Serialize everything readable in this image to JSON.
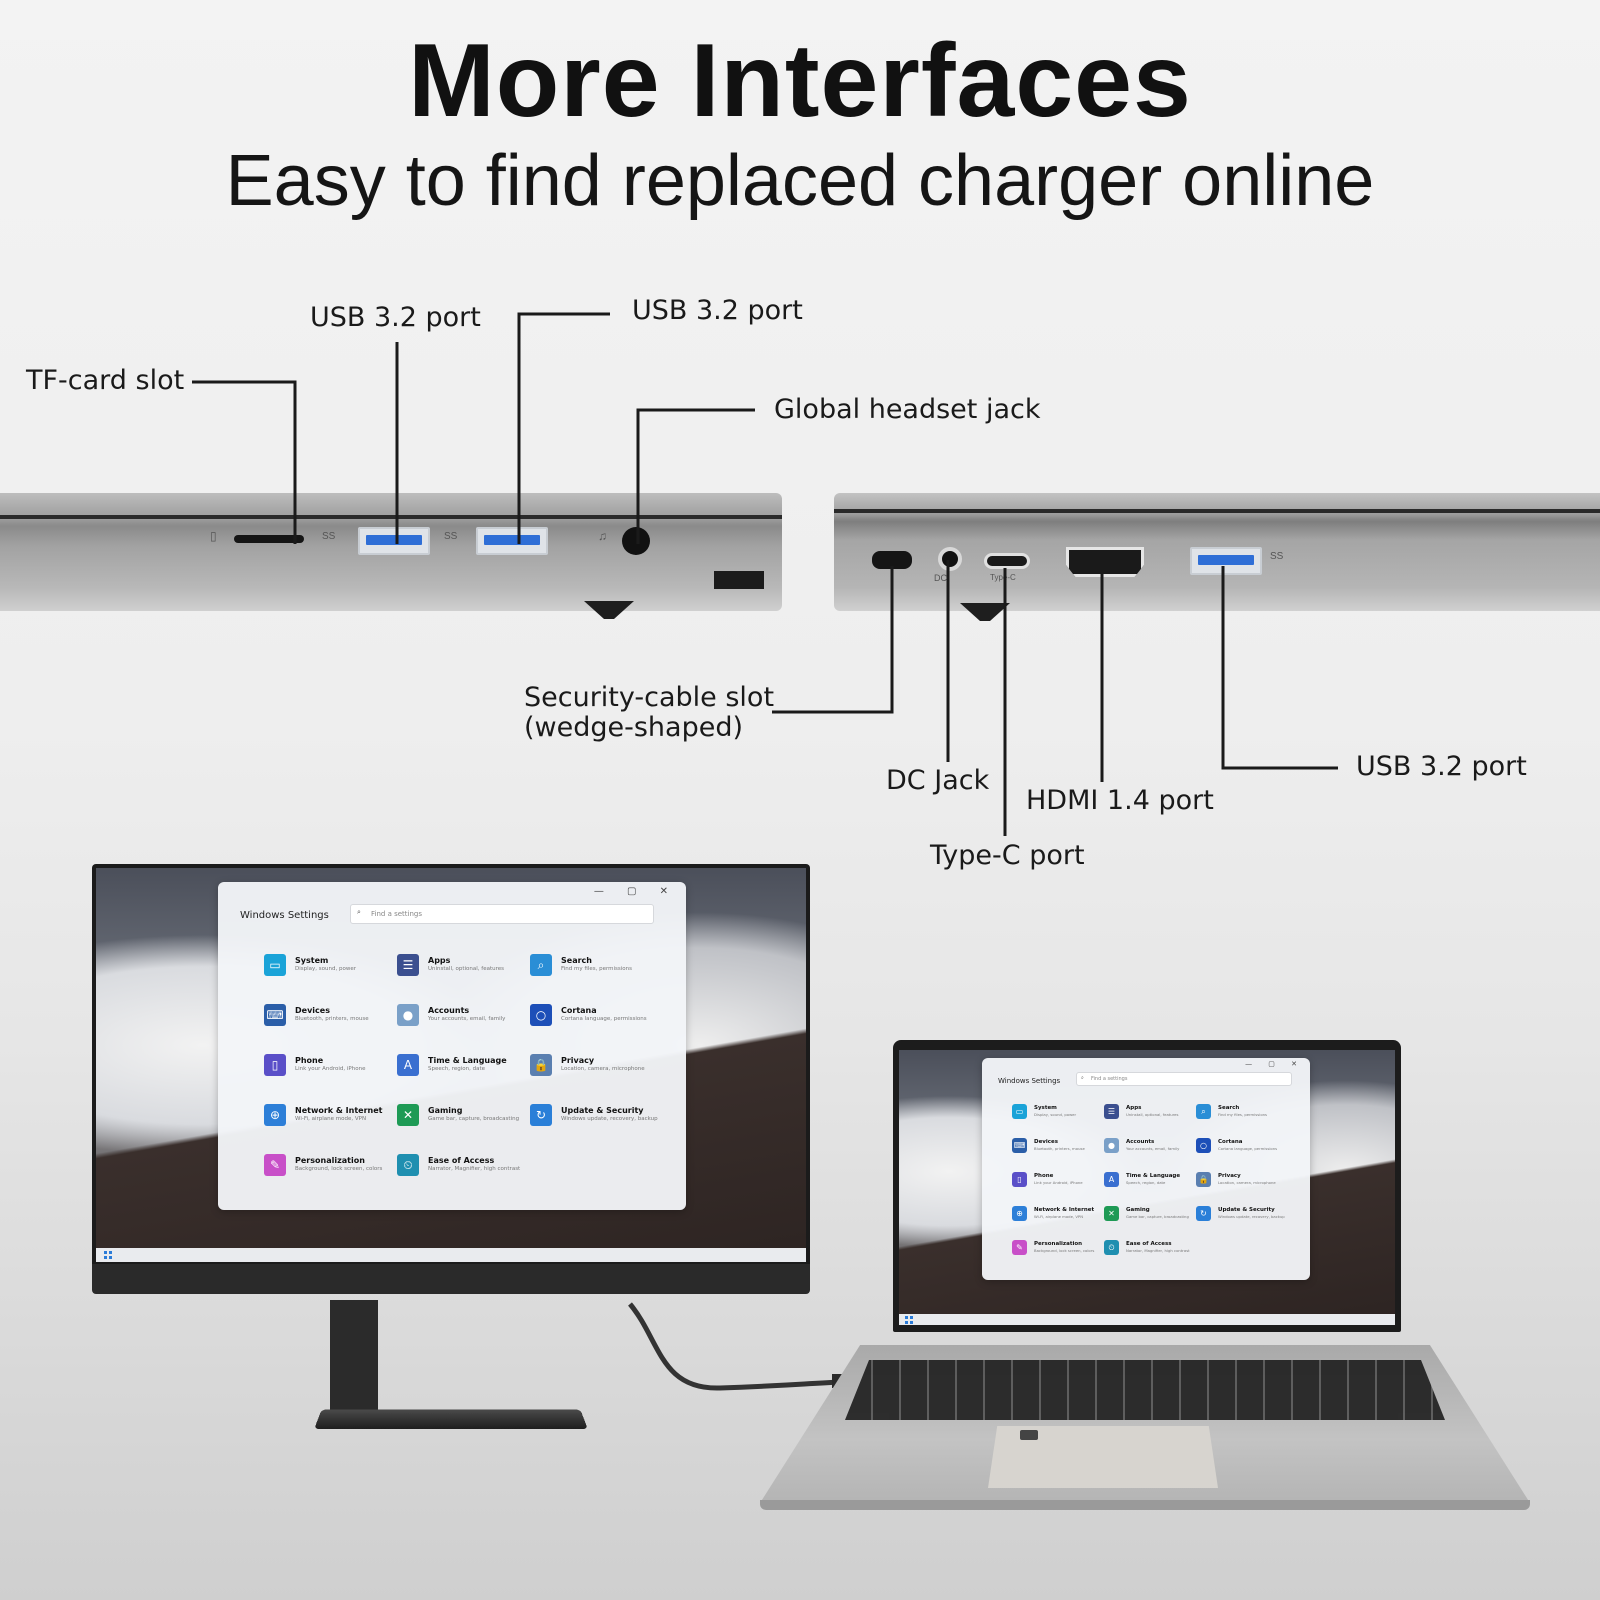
{
  "header": {
    "title": "More Interfaces",
    "subtitle": "Easy to find replaced charger online"
  },
  "ports": {
    "left_side": {
      "tf_card": "TF-card slot",
      "usb_1": "USB 3.2  port",
      "usb_2": "USB 3.2  port",
      "headset": "Global headset jack"
    },
    "right_side": {
      "security_line1": "Security-cable slot",
      "security_line2": "(wedge-shaped)",
      "dc_jack": "DC Jack",
      "type_c": "Type-C port",
      "hdmi": "HDMI 1.4 port",
      "usb": "USB 3.2  port"
    }
  },
  "settings_window": {
    "title": "Windows Settings",
    "search_placeholder": "Find a settings",
    "controls": "— ▢ ✕",
    "tiles": [
      {
        "name": "System",
        "desc": "Display, sound, power",
        "icon": "system-icon",
        "color": "#1aa3d8",
        "glyph": "▭"
      },
      {
        "name": "Apps",
        "desc": "Uninstall, optional, features",
        "icon": "apps-icon",
        "color": "#3b4f8f",
        "glyph": "☰"
      },
      {
        "name": "Search",
        "desc": "Find my files, permissions",
        "icon": "search-icon",
        "color": "#2a8ed6",
        "glyph": "⌕"
      },
      {
        "name": "Devices",
        "desc": "Bluetooth, printers, mouse",
        "icon": "devices-icon",
        "color": "#2b5ea8",
        "glyph": "⌨"
      },
      {
        "name": "Accounts",
        "desc": "Your accounts, email, family",
        "icon": "accounts-icon",
        "color": "#7aa0c8",
        "glyph": "●"
      },
      {
        "name": "Cortana",
        "desc": "Cortana language, permissions",
        "icon": "cortana-icon",
        "color": "#1d4fb8",
        "glyph": "○"
      },
      {
        "name": "Phone",
        "desc": "Link your Android, iPhone",
        "icon": "phone-icon",
        "color": "#5a4fc8",
        "glyph": "▯"
      },
      {
        "name": "Time & Language",
        "desc": "Speech, region, date",
        "icon": "time-language-icon",
        "color": "#3a6fd0",
        "glyph": "A"
      },
      {
        "name": "Privacy",
        "desc": "Location, camera, microphone",
        "icon": "privacy-icon",
        "color": "#5a7fb0",
        "glyph": "🔒"
      },
      {
        "name": "Network & Internet",
        "desc": "Wi-Fi, airplane mode, VPN",
        "icon": "network-icon",
        "color": "#2d7fd8",
        "glyph": "⊕"
      },
      {
        "name": "Gaming",
        "desc": "Game bar, capture, broadcasting",
        "icon": "gaming-icon",
        "color": "#1e9a55",
        "glyph": "✕"
      },
      {
        "name": "Update & Security",
        "desc": "Windows update, recovery, backup",
        "icon": "update-icon",
        "color": "#2a7fd8",
        "glyph": "↻"
      },
      {
        "name": "Personalization",
        "desc": "Background, lock screen, colors",
        "icon": "personalization-icon",
        "color": "#c84fc8",
        "glyph": "✎"
      },
      {
        "name": "Ease of Access",
        "desc": "Narrator, Magnifier, high contrast",
        "icon": "ease-of-access-icon",
        "color": "#1f8fb0",
        "glyph": "⏲"
      }
    ]
  },
  "port_markings": {
    "usb_marking": "SS",
    "dc_marking": "DC",
    "typec_marking": "Type-C"
  },
  "colors": {
    "usb_port_blue": "#2e6ed6",
    "laptop_gray": "#b4b4b4",
    "leader_line": "#1a1a1a"
  }
}
